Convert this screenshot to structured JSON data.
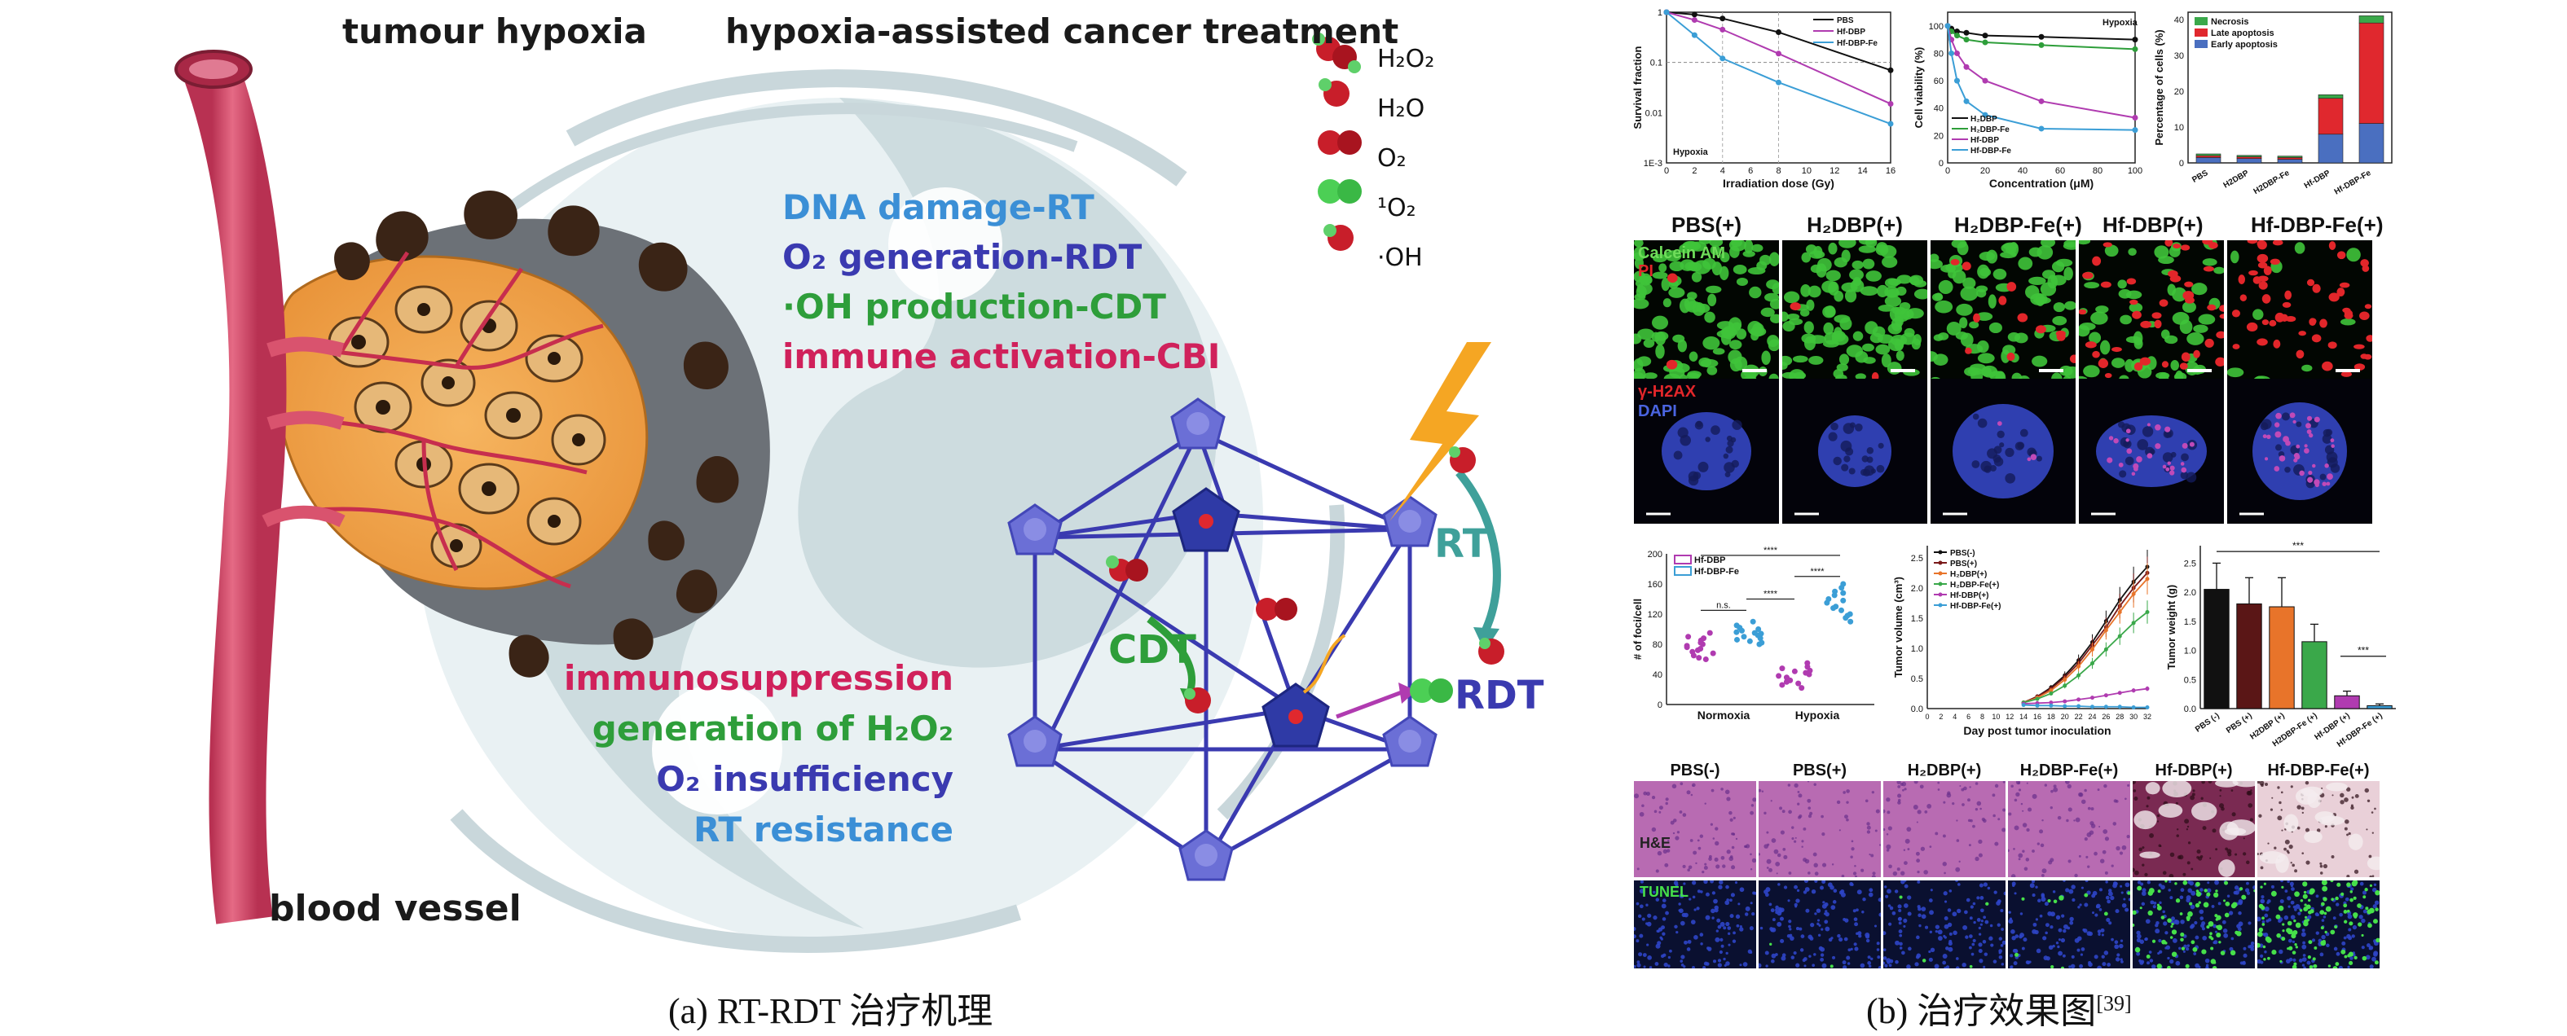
{
  "panel_a": {
    "heading_left": "tumour hypoxia",
    "heading_right": "hypoxia-assisted cancer treatment",
    "vessel_label": "blood vessel",
    "mechanisms": [
      {
        "text": "DNA damage-RT",
        "color": "#3b8fd6"
      },
      {
        "text": "O₂ generation-RDT",
        "color": "#3a3ab0"
      },
      {
        "text": "·OH production-CDT",
        "color": "#2e9e3a"
      },
      {
        "text": "immune activation-CBI",
        "color": "#d0215b"
      }
    ],
    "problems": [
      {
        "text": "immunosuppression",
        "color": "#d0215b"
      },
      {
        "text": "generation of H₂O₂",
        "color": "#2e9e3a"
      },
      {
        "text": "O₂ insufficiency",
        "color": "#3a3ab0"
      },
      {
        "text": "RT resistance",
        "color": "#3b8fd6"
      }
    ],
    "legend": [
      {
        "label": "H₂O₂",
        "icon": "h2o2-molecule-icon"
      },
      {
        "label": "H₂O",
        "icon": "h2o-molecule-icon"
      },
      {
        "label": "O₂",
        "icon": "o2-molecule-icon"
      },
      {
        "label": "¹O₂",
        "icon": "singlet-oxygen-icon"
      },
      {
        "label": "·OH",
        "icon": "hydroxyl-radical-icon"
      }
    ],
    "labels": {
      "rt": "RT",
      "cdt": "CDT",
      "rdt": "RDT"
    },
    "colors": {
      "vessel": "#d9536e",
      "tumour": "#f2a34a",
      "swirl": "#c9d7db",
      "mof": "#5a5fcf",
      "rt": "#3fa09a",
      "cdt": "#2e9e3a",
      "rdt": "#3a3ab0"
    }
  },
  "panel_b": {
    "survival_chart": {
      "type": "line",
      "xlabel": "Irradiation dose (Gy)",
      "ylabel": "Survival fraction",
      "annotation": "Hypoxia",
      "x": [
        0,
        2,
        4,
        8,
        16
      ],
      "xticks": [
        "0",
        "2",
        "4",
        "6",
        "8",
        "10",
        "12",
        "14",
        "16"
      ],
      "yticks": [
        "1",
        "0.1",
        "0.01",
        "1E-3"
      ],
      "ylim": [
        0.001,
        1
      ],
      "yscale": "log",
      "series": [
        {
          "name": "PBS",
          "color": "#111111",
          "values": [
            1,
            0.9,
            0.75,
            0.4,
            0.07
          ]
        },
        {
          "name": "Hf-DBP",
          "color": "#b03bb0",
          "values": [
            1,
            0.7,
            0.45,
            0.15,
            0.015
          ]
        },
        {
          "name": "Hf-DBP-Fe",
          "color": "#3b9ed6",
          "values": [
            1,
            0.35,
            0.12,
            0.04,
            0.006
          ]
        }
      ]
    },
    "viability_chart": {
      "type": "line",
      "xlabel": "Concentration (μM)",
      "ylabel": "Cell viability (%)",
      "annotation": "Hypoxia",
      "x": [
        0,
        2,
        5,
        10,
        20,
        50,
        100
      ],
      "xticks": [
        "0",
        "20",
        "40",
        "60",
        "80",
        "100"
      ],
      "yticks": [
        "0",
        "20",
        "40",
        "60",
        "80",
        "100"
      ],
      "ylim": [
        0,
        110
      ],
      "series": [
        {
          "name": "H₂DBP",
          "color": "#111111",
          "values": [
            100,
            98,
            96,
            95,
            93,
            92,
            90
          ]
        },
        {
          "name": "H₂DBP-Fe",
          "color": "#2e9e3a",
          "values": [
            100,
            96,
            93,
            90,
            88,
            86,
            83
          ]
        },
        {
          "name": "Hf-DBP",
          "color": "#b03bb0",
          "values": [
            100,
            90,
            80,
            70,
            60,
            45,
            33
          ]
        },
        {
          "name": "Hf-DBP-Fe",
          "color": "#3b9ed6",
          "values": [
            100,
            80,
            60,
            45,
            35,
            25,
            24
          ]
        }
      ]
    },
    "apoptosis_chart": {
      "type": "bar",
      "ylabel": "Percentage of cells (%)",
      "categories": [
        "PBS",
        "H2DBP",
        "H2DBP-Fe",
        "Hf-DBP",
        "Hf-DBP-Fe"
      ],
      "yticks": [
        "0",
        "10",
        "20",
        "30",
        "40"
      ],
      "ylim": [
        0,
        42
      ],
      "series": [
        {
          "name": "Early apoptosis",
          "color": "#4a6fc0",
          "values": [
            1.5,
            1.2,
            1.0,
            8,
            11
          ]
        },
        {
          "name": "Late apoptosis",
          "color": "#e0282e",
          "values": [
            0.5,
            0.5,
            0.5,
            10,
            28
          ]
        },
        {
          "name": "Necrosis",
          "color": "#3aa84a",
          "values": [
            0.5,
            0.4,
            0.4,
            1,
            2
          ]
        }
      ]
    },
    "micro_row1": {
      "titles": [
        "PBS(+)",
        "H₂DBP(+)",
        "H₂DBP-Fe(+)",
        "Hf-DBP(+)",
        "Hf-DBP-Fe(+)"
      ],
      "stain_label": "Calcein AM",
      "stain_label_2": "PI"
    },
    "micro_row2": {
      "stain_label": "γ-H2AX",
      "stain_label_2": "DAPI"
    },
    "foci_chart": {
      "type": "scatter",
      "ylabel": "# of foci/cell",
      "categories": [
        "Normoxia",
        "Hypoxia"
      ],
      "yticks": [
        "0",
        "40",
        "80",
        "120",
        "160",
        "200"
      ],
      "ylim": [
        0,
        200
      ],
      "significance": [
        "n.s.",
        "****",
        "****",
        "****"
      ],
      "series": [
        {
          "name": "Hf-DBP",
          "color": "#b03bb0",
          "values": [
            74,
            80,
            90,
            70,
            62,
            85,
            76,
            68,
            88,
            72,
            65,
            95,
            60,
            78,
            82
          ],
          "group": "Normoxia"
        },
        {
          "name": "Hf-DBP-Fe",
          "color": "#3b9ed6",
          "values": [
            88,
            95,
            100,
            84,
            92,
            105,
            80,
            98,
            90,
            86,
            110,
            94,
            82,
            102,
            96
          ],
          "group": "Normoxia"
        },
        {
          "name": "Hf-DBP",
          "color": "#b03bb0",
          "values": [
            32,
            40,
            28,
            45,
            36,
            50,
            22,
            42,
            30,
            38,
            48,
            26,
            34,
            44,
            55
          ],
          "group": "Hypoxia"
        },
        {
          "name": "Hf-DBP-Fe",
          "color": "#3b9ed6",
          "values": [
            120,
            140,
            130,
            150,
            115,
            160,
            125,
            145,
            135,
            110,
            155,
            128,
            138,
            118,
            148
          ],
          "group": "Hypoxia"
        }
      ]
    },
    "tumor_volume_chart": {
      "type": "line",
      "xlabel": "Day post tumor inoculation",
      "ylabel": "Tumor volume (cm³)",
      "x": [
        14,
        16,
        18,
        20,
        22,
        24,
        26,
        28,
        30,
        32
      ],
      "xticks": [
        "0",
        "2",
        "4",
        "6",
        "8",
        "10",
        "12",
        "14",
        "16",
        "18",
        "20",
        "22",
        "24",
        "26",
        "28",
        "30",
        "32"
      ],
      "yticks": [
        "0.0",
        "0.5",
        "1.0",
        "1.5",
        "2.0",
        "2.5"
      ],
      "ylim": [
        0,
        2.7
      ],
      "xlim": [
        0,
        32
      ],
      "series": [
        {
          "name": "PBS(-)",
          "color": "#111111",
          "values": [
            0.1,
            0.2,
            0.35,
            0.55,
            0.8,
            1.1,
            1.45,
            1.8,
            2.1,
            2.35
          ]
        },
        {
          "name": "PBS(+)",
          "color": "#7a1a1a",
          "values": [
            0.1,
            0.2,
            0.33,
            0.52,
            0.75,
            1.05,
            1.35,
            1.7,
            2.0,
            2.25
          ]
        },
        {
          "name": "H₂DBP(+)",
          "color": "#e8742a",
          "values": [
            0.1,
            0.18,
            0.3,
            0.48,
            0.7,
            0.98,
            1.3,
            1.6,
            1.9,
            2.15
          ]
        },
        {
          "name": "H₂DBP-Fe(+)",
          "color": "#3aa84a",
          "values": [
            0.1,
            0.16,
            0.25,
            0.38,
            0.55,
            0.75,
            0.98,
            1.2,
            1.42,
            1.6
          ]
        },
        {
          "name": "Hf-DBP(+)",
          "color": "#b03bb0",
          "values": [
            0.08,
            0.09,
            0.1,
            0.12,
            0.15,
            0.18,
            0.22,
            0.26,
            0.3,
            0.33
          ]
        },
        {
          "name": "Hf-DBP-Fe(+)",
          "color": "#3b9ed6",
          "values": [
            0.06,
            0.05,
            0.05,
            0.04,
            0.04,
            0.03,
            0.03,
            0.03,
            0.02,
            0.02
          ]
        }
      ]
    },
    "tumor_weight_chart": {
      "type": "bar",
      "ylabel": "Tumor weight (g)",
      "categories": [
        "PBS (-)",
        "PBS (+)",
        "H2DBP (+)",
        "H2DBP-Fe (+)",
        "Hf-DBP (+)",
        "Hf-DBP-Fe (+)"
      ],
      "values": [
        2.05,
        1.8,
        1.75,
        1.15,
        0.22,
        0.05
      ],
      "errors": [
        0.45,
        0.45,
        0.5,
        0.3,
        0.08,
        0.03
      ],
      "colors": [
        "#111111",
        "#5a1616",
        "#e8742a",
        "#3aa84a",
        "#b03bb0",
        "#3b9ed6"
      ],
      "yticks": [
        "0.0",
        "0.5",
        "1.0",
        "1.5",
        "2.0",
        "2.5"
      ],
      "ylim": [
        0,
        2.8
      ],
      "significance": [
        "***",
        "***"
      ]
    },
    "histo_row": {
      "titles": [
        "PBS(-)",
        "PBS(+)",
        "H₂DBP(+)",
        "H₂DBP-Fe(+)",
        "Hf-DBP(+)",
        "Hf-DBP-Fe(+)"
      ],
      "he_label": "H&E",
      "tunel_label": "TUNEL"
    }
  },
  "captions": {
    "a": "(a) RT-RDT 治疗机理",
    "b_text": "(b) 治疗效果图",
    "b_ref": "[39]"
  }
}
